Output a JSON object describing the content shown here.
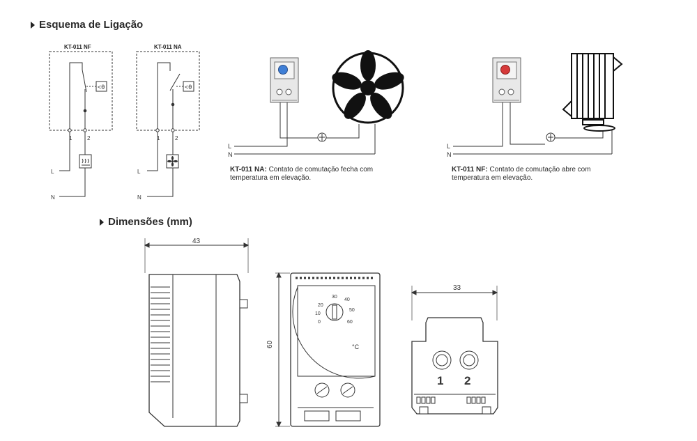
{
  "sections": {
    "wiring_title": "Esquema de Ligação",
    "dimensions_title": "Dimensões (mm)"
  },
  "schematics": {
    "nf": {
      "title": "KT-011 NF",
      "terminal_1": "1",
      "terminal_2": "2",
      "line_l": "L",
      "line_n": "N"
    },
    "na": {
      "title": "KT-011 NA",
      "terminal_1": "1",
      "terminal_2": "2",
      "line_l": "L",
      "line_n": "N"
    }
  },
  "fan_diagram": {
    "line_l": "L",
    "line_n": "N",
    "caption_bold": "KT-011 NA:",
    "caption_text": " Contato de comutação fecha com temperatura em elevação."
  },
  "heater_diagram": {
    "line_l": "L",
    "line_n": "N",
    "caption_bold": "KT-011 NF:",
    "caption_text": " Contato de comutação abre com temperatura em elevação."
  },
  "dimensions": {
    "width_side": "43",
    "height_front": "60",
    "width_bottom": "33",
    "dial_labels": [
      "0",
      "10",
      "20",
      "30",
      "40",
      "50",
      "60"
    ],
    "unit_symbol": "°C",
    "terminal_1": "1",
    "terminal_2": "2"
  },
  "colors": {
    "na_indicator": "#3f7fd6",
    "nf_indicator": "#d63a3a",
    "line_art": "#333333"
  }
}
